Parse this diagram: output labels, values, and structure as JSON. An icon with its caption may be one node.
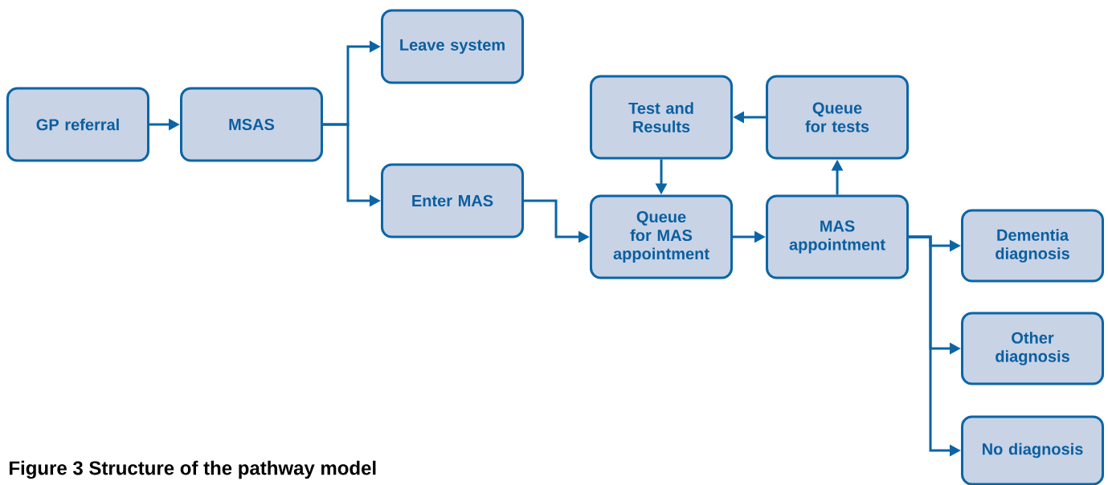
{
  "diagram": {
    "caption": "Figure 3 Structure of the pathway model",
    "nodes": [
      {
        "text": [
          "GP referral"
        ]
      },
      {
        "text": [
          "MSAS"
        ]
      },
      {
        "text": [
          "Leave system"
        ]
      },
      {
        "text": [
          "Enter MAS"
        ]
      },
      {
        "text": [
          "Test and Results"
        ]
      },
      {
        "text": [
          "Queue for tests"
        ]
      },
      {
        "text": [
          "Queue for MAS appointment"
        ]
      },
      {
        "text": [
          "MAS appointment"
        ]
      },
      {
        "text": [
          "Dementia diagnosis"
        ]
      },
      {
        "text": [
          "Other diagnosis"
        ]
      },
      {
        "text": [
          "No diagnosis"
        ]
      }
    ],
    "edges": [
      {
        "from": 0,
        "to": 1,
        "arrow": "to"
      },
      {
        "from": 1,
        "to": 2,
        "arrow": "to"
      },
      {
        "from": 1,
        "to": 3,
        "arrow": "to"
      },
      {
        "from": 3,
        "to": 6,
        "arrow": "to"
      },
      {
        "from": 6,
        "to": 7,
        "arrow": "to"
      },
      {
        "from": 7,
        "to": 5,
        "arrow": "to"
      },
      {
        "from": 5,
        "to": 4,
        "arrow": "to"
      },
      {
        "from": 4,
        "to": 6,
        "arrow": "to"
      },
      {
        "from": 7,
        "to": 8,
        "arrow": "to"
      },
      {
        "from": 7,
        "to": 9,
        "arrow": "to"
      },
      {
        "from": 7,
        "to": 10,
        "arrow": "to"
      }
    ]
  }
}
